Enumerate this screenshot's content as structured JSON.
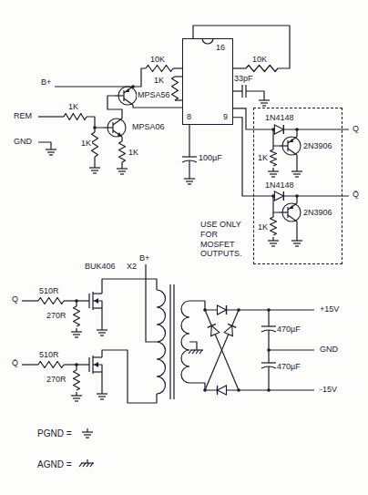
{
  "diagram": {
    "nodes": [
      {
        "text": [
          "16",
          "8",
          "9"
        ]
      },
      {
        "text": [
          "USE ONLY FOR MOSFET OUTPUTS."
        ]
      }
    ],
    "edges": [
      {
        "from": 0,
        "to": 1,
        "arrow": "none"
      },
      {
        "from": 0,
        "to": 1,
        "arrow": "none"
      }
    ],
    "labels": [
      "B+",
      "REM",
      "GND",
      "1K",
      "1K",
      "1K",
      "MPSA56",
      "MPSA06",
      "10K",
      "1K",
      "10K",
      "33pF",
      "100µF",
      "1N4148",
      "2N3906",
      "1K",
      "Q",
      "1N4148",
      "2N3906",
      "1K",
      "Q̄",
      "Q",
      "510R",
      "270R",
      "BUK406",
      "X2",
      "B+",
      "Q̄",
      "510R",
      "270R",
      "+15V",
      "470µF",
      "GND",
      "470µF",
      "-15V"
    ],
    "legend": [
      {
        "text": "PGND ="
      },
      {
        "text": "AGND ="
      }
    ]
  }
}
